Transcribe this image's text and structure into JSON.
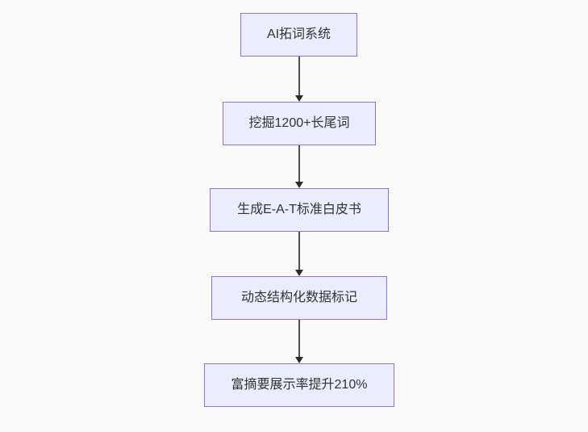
{
  "canvas": {
    "background_color": "#fafafa"
  },
  "flowchart": {
    "type": "flowchart",
    "direction": "top-down",
    "node_fill_color": "#ececff",
    "node_border_color": "#9370db",
    "text_color": "#333333",
    "edge_color": "#4e4e4e",
    "arrowhead_color": "#2b2b2b",
    "nodes": [
      {
        "label": "AI拓词系统"
      },
      {
        "label": "挖掘1200+长尾词"
      },
      {
        "label": "生成E-A-T标准白皮书"
      },
      {
        "label": "动态结构化数据标记"
      },
      {
        "label": "富摘要展示率提升210%"
      }
    ],
    "edges": [
      {
        "from": "AI拓词系统",
        "to": "挖掘1200+长尾词"
      },
      {
        "from": "挖掘1200+长尾词",
        "to": "生成E-A-T标准白皮书"
      },
      {
        "from": "生成E-A-T标准白皮书",
        "to": "动态结构化数据标记"
      },
      {
        "from": "动态结构化数据标记",
        "to": "富摘要展示率提升210%"
      }
    ]
  }
}
